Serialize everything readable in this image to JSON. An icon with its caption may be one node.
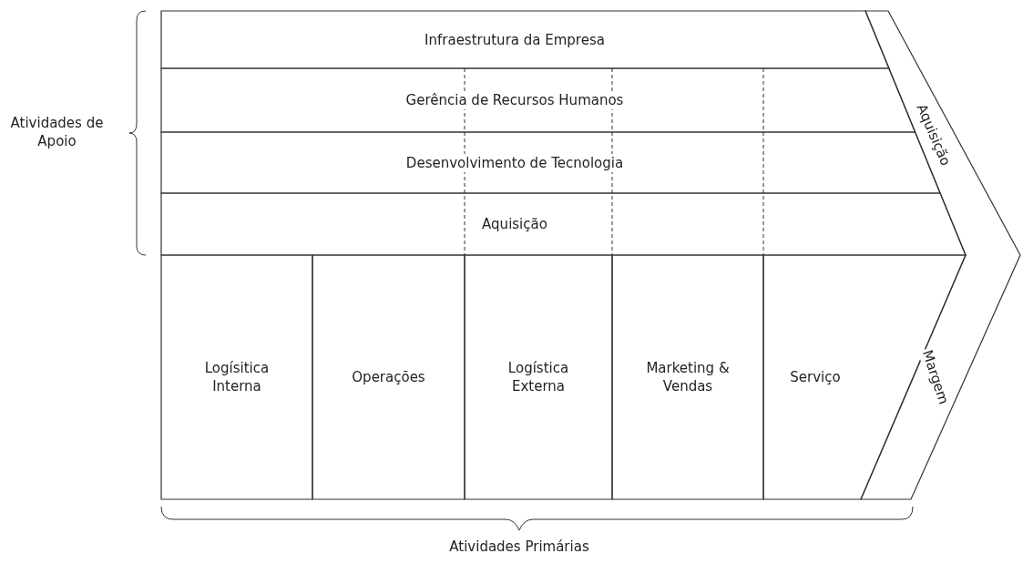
{
  "diagram": {
    "nodes": [
      {
        "text": [
          "Infraestrutura da Empresa"
        ]
      },
      {
        "text": [
          "Gerência de Recursos Humanos"
        ]
      },
      {
        "text": [
          "Desenvolvimento de Tecnologia"
        ]
      },
      {
        "text": [
          "Aquisição"
        ]
      },
      {
        "text": [
          "Logísitica Interna"
        ]
      },
      {
        "text": [
          "Operações"
        ]
      },
      {
        "text": [
          "Logística Externa"
        ]
      },
      {
        "text": [
          "Marketing & Vendas"
        ]
      },
      {
        "text": [
          "Serviço"
        ]
      },
      {
        "text": [
          "Aquisição",
          "Margem"
        ]
      }
    ],
    "labels": [
      "Atividades de Apoio",
      "Atividades Primárias"
    ]
  }
}
